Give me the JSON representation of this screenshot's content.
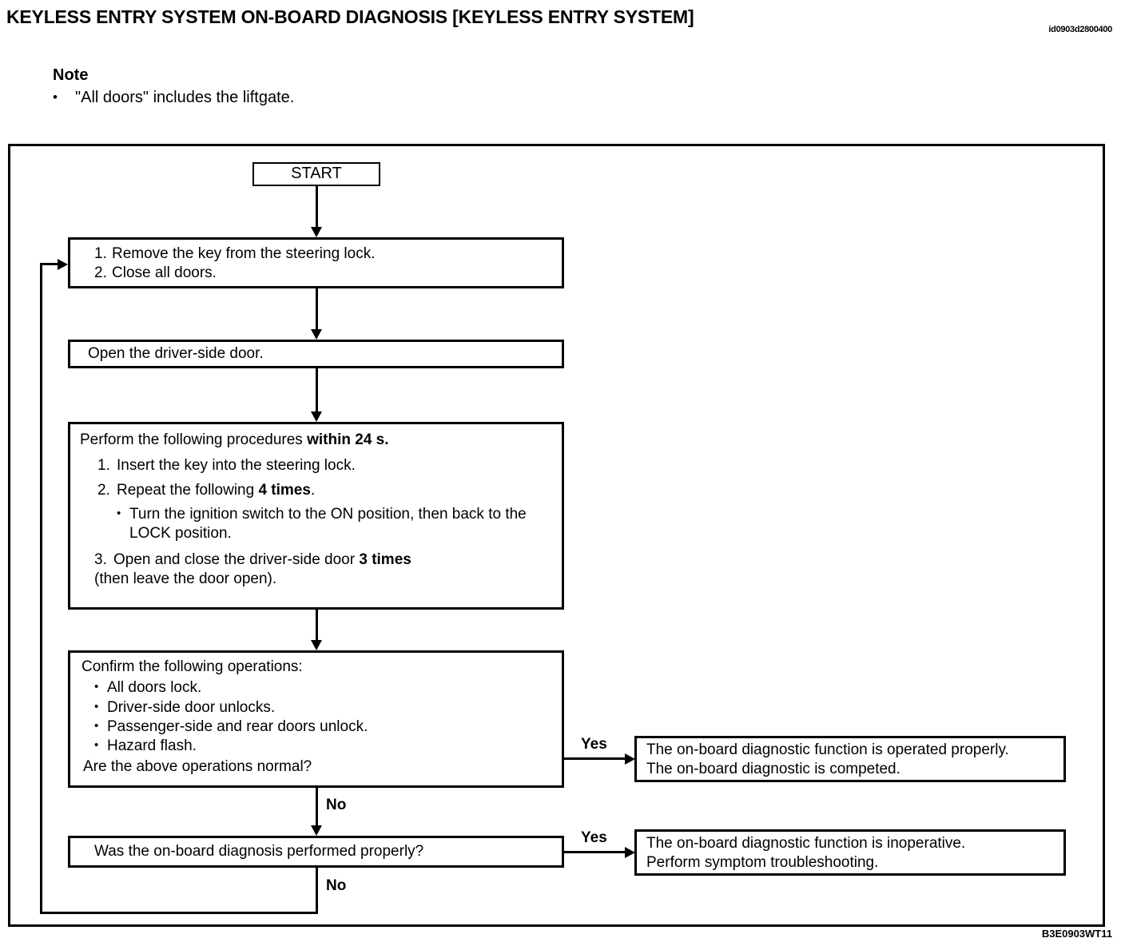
{
  "header": {
    "title": "KEYLESS ENTRY SYSTEM ON-BOARD DIAGNOSIS [KEYLESS ENTRY SYSTEM]",
    "doc_id_top": "id0903d2800400",
    "doc_id_bottom": "B3E0903WT11"
  },
  "note": {
    "heading": "Note",
    "bullet_glyph": "•",
    "items": [
      "\"All doors\" includes the liftgate."
    ]
  },
  "flowchart": {
    "type": "diagnostic-flowchart",
    "start": {
      "label": "START"
    },
    "step1": {
      "lines": [
        {
          "num": "1.",
          "text": "Remove the key from the steering lock."
        },
        {
          "num": "2.",
          "text": "Close all doors."
        }
      ]
    },
    "open_door": {
      "text": "Open the driver-side door."
    },
    "procedure": {
      "head_plain": "Perform the following procedures ",
      "head_bold": "within 24 s.",
      "item1_num": "1.",
      "item1_text": "Insert the key into the steering lock.",
      "item2_num": "2.",
      "item2_plain_before": "Repeat the following ",
      "item2_bold": "4 times",
      "item2_plain_after": ".",
      "sub_bullet_glyph": "•",
      "sub_text": "Turn the ignition switch to the ON position, then back to the LOCK position.",
      "item3_num": "3.",
      "item3_plain_before": "Open and close the driver-side door ",
      "item3_bold": "3 times",
      "item3_continued": "(then leave the door open)."
    },
    "confirm": {
      "head": "Confirm the following operations:",
      "bullet_glyph": "•",
      "bullets": [
        "All doors lock.",
        "Driver-side door unlocks.",
        "Passenger-side and rear doors unlock.",
        "Hazard flash."
      ],
      "question": "Are the above operations normal?"
    },
    "was_performed": {
      "question": "Was the on-board diagnosis performed properly?"
    },
    "result_ok": {
      "line1": "The on-board diagnostic function is operated properly.",
      "line2": "The on-board diagnostic is competed."
    },
    "result_bad": {
      "line1": "The on-board diagnostic function is inoperative.",
      "line2": "Perform symptom troubleshooting."
    },
    "edge_labels": {
      "confirm_yes": "Yes",
      "confirm_no": "No",
      "was_performed_yes": "Yes",
      "was_performed_no": "No"
    }
  }
}
